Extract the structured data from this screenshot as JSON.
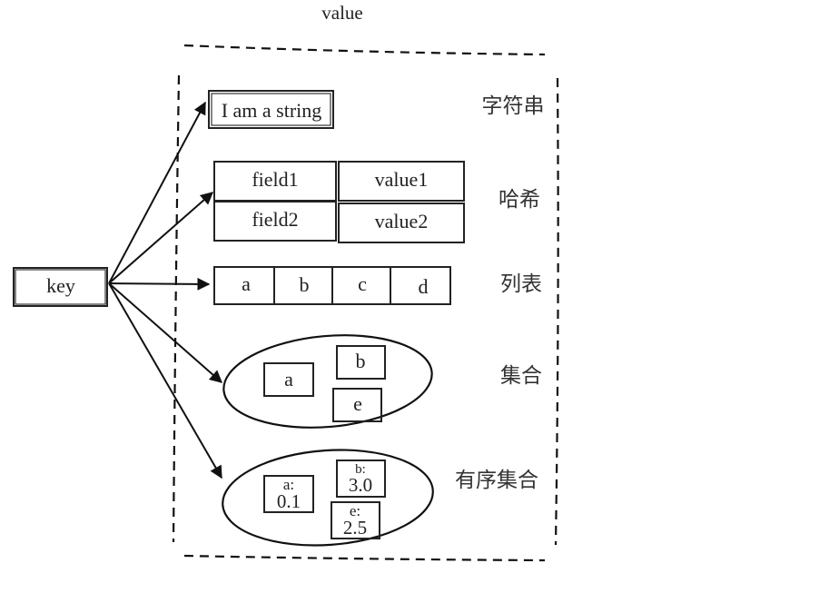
{
  "header": {
    "title": "value"
  },
  "key": {
    "label": "key"
  },
  "string": {
    "value": "I am a string",
    "type_label": "字符串"
  },
  "hash": {
    "type_label": "哈希",
    "rows": [
      {
        "field": "field1",
        "value": "value1"
      },
      {
        "field": "field2",
        "value": "value2"
      }
    ]
  },
  "list": {
    "type_label": "列表",
    "items": [
      "a",
      "b",
      "c",
      "d"
    ]
  },
  "set": {
    "type_label": "集合",
    "members": [
      "a",
      "b",
      "e"
    ]
  },
  "zset": {
    "type_label": "有序集合",
    "members": [
      {
        "member": "a:",
        "score": "0.1"
      },
      {
        "member": "b:",
        "score": "3.0"
      },
      {
        "member": "e:",
        "score": "2.5"
      }
    ]
  }
}
